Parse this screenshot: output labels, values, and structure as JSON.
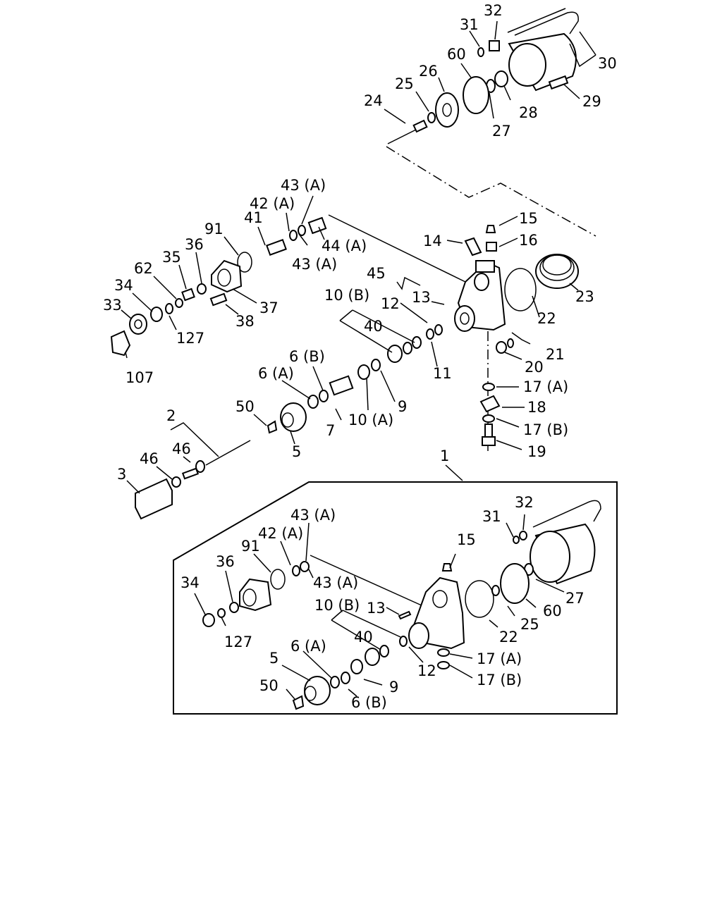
{
  "labels": {
    "upper": {
      "p1": "1",
      "p2": "2",
      "p3": "3",
      "p5": "5",
      "p6a": "6 (A)",
      "p6b": "6 (B)",
      "p7": "7",
      "p9": "9",
      "p10a": "10 (A)",
      "p10b": "10 (B)",
      "p11": "11",
      "p12": "12",
      "p13": "13",
      "p14": "14",
      "p15": "15",
      "p16": "16",
      "p17a": "17 (A)",
      "p17b": "17 (B)",
      "p18": "18",
      "p19": "19",
      "p20": "20",
      "p21": "21",
      "p22": "22",
      "p23": "23",
      "p24": "24",
      "p25": "25",
      "p26": "26",
      "p27": "27",
      "p28": "28",
      "p29": "29",
      "p30": "30",
      "p31": "31",
      "p32": "32",
      "p33": "33",
      "p34": "34",
      "p35": "35",
      "p36": "36",
      "p37": "37",
      "p38": "38",
      "p40": "40",
      "p41": "41",
      "p42a": "42 (A)",
      "p43a_top": "43 (A)",
      "p43a_bot": "43 (A)",
      "p44a": "44 (A)",
      "p45": "45",
      "p46a": "46",
      "p46b": "46",
      "p50": "50",
      "p60": "60",
      "p62": "62",
      "p91": "91",
      "p107": "107",
      "p127": "127"
    },
    "lower": {
      "p43a_top": "43 (A)",
      "p42a": "42 (A)",
      "p91": "91",
      "p36": "36",
      "p34": "34",
      "p43a_bot": "43 (A)",
      "p127": "127",
      "p10b": "10 (B)",
      "p40": "40",
      "p13": "13",
      "p12": "12",
      "p6a": "6 (A)",
      "p5": "5",
      "p9": "9",
      "p50": "50",
      "p6b": "6 (B)",
      "p15": "15",
      "p31": "31",
      "p32": "32",
      "p27": "27",
      "p60": "60",
      "p25": "25",
      "p22": "22",
      "p17a": "17 (A)",
      "p17b": "17 (B)"
    }
  }
}
